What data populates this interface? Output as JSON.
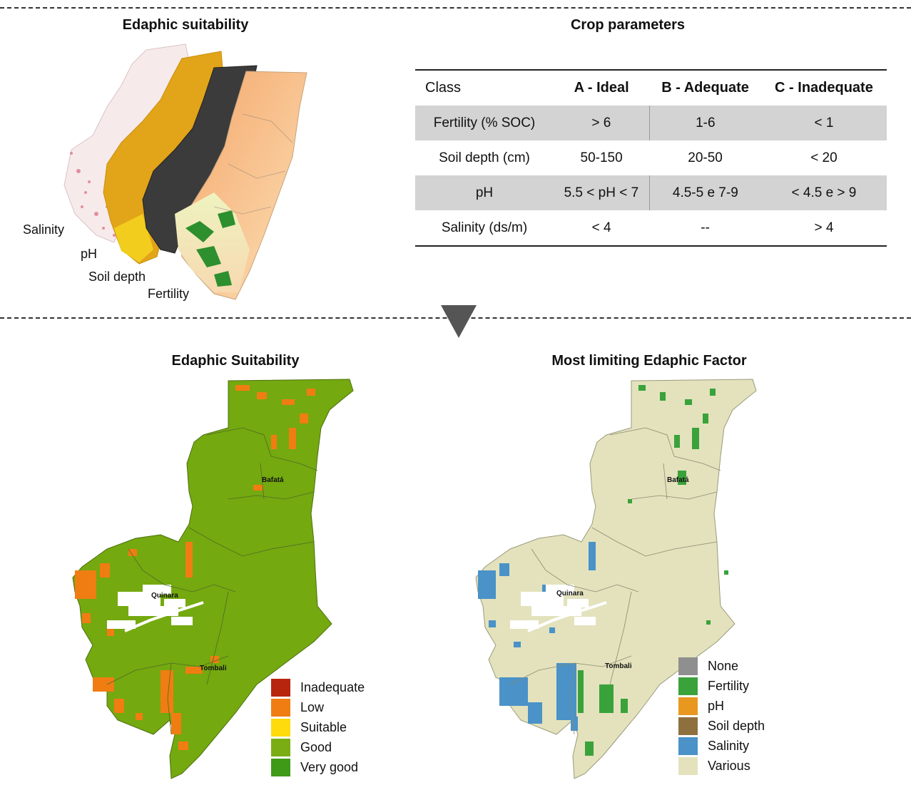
{
  "top_left": {
    "title": "Edaphic suitability",
    "layer_labels": [
      "Salinity",
      "pH",
      "Soil depth",
      "Fertility"
    ]
  },
  "top_right": {
    "title": "Crop parameters",
    "table": {
      "headers": [
        "Class",
        "A - Ideal",
        "B - Adequate",
        "C - Inadequate"
      ],
      "rows": [
        [
          "Fertility (% SOC)",
          "> 6",
          "1-6",
          "< 1"
        ],
        [
          "Soil depth (cm)",
          "50-150",
          "20-50",
          "< 20"
        ],
        [
          "pH",
          "5.5 < pH < 7",
          "4.5-5 e 7-9",
          "< 4.5 e > 9"
        ],
        [
          "Salinity (ds/m)",
          "< 4",
          "--",
          "> 4"
        ]
      ]
    }
  },
  "bottom_left": {
    "title": "Edaphic Suitability",
    "cities": [
      "Bafatá",
      "Quinara",
      "Tombali"
    ],
    "legend": [
      {
        "label": "Inadequate",
        "color": "#b8250f"
      },
      {
        "label": "Low",
        "color": "#f07d12"
      },
      {
        "label": "Suitable",
        "color": "#fedb0c"
      },
      {
        "label": "Good",
        "color": "#7aad14"
      },
      {
        "label": "Very good",
        "color": "#3f9a17"
      }
    ]
  },
  "bottom_right": {
    "title": "Most limiting Edaphic Factor",
    "cities": [
      "Bafatá",
      "Quinara",
      "Tombali"
    ],
    "legend": [
      {
        "label": "None",
        "color": "#8f8f8f"
      },
      {
        "label": "Fertility",
        "color": "#3aa23a"
      },
      {
        "label": "pH",
        "color": "#e8981f"
      },
      {
        "label": "Soil depth",
        "color": "#8e6f3e"
      },
      {
        "label": "Salinity",
        "color": "#4a92c8"
      },
      {
        "label": "Various",
        "color": "#e3e2bd"
      }
    ]
  }
}
